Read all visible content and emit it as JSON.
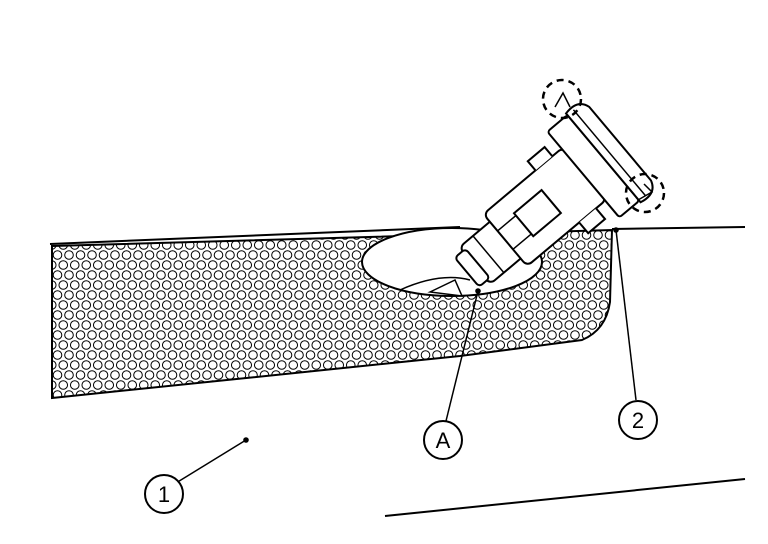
{
  "callouts": {
    "part_1": "1",
    "part_2": "2",
    "part_a": "A"
  },
  "colors": {
    "line": "#000000",
    "background": "#ffffff"
  }
}
